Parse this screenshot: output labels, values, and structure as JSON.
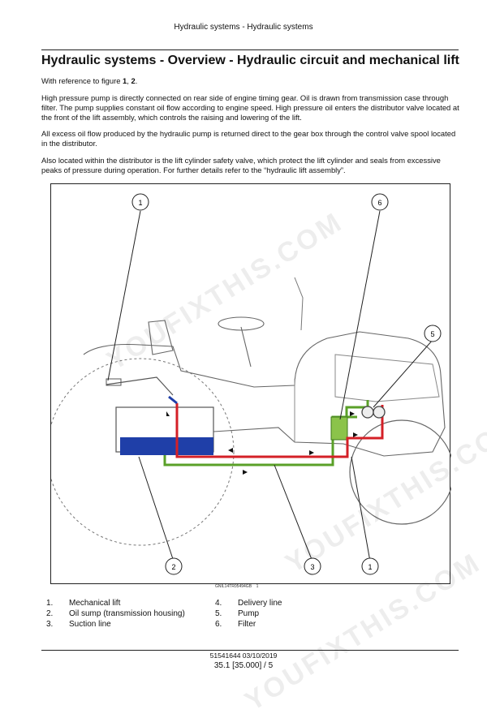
{
  "header": {
    "running_title": "Hydraulic systems - Hydraulic systems"
  },
  "section": {
    "title": "Hydraulic systems - Overview - Hydraulic circuit and mechanical lift"
  },
  "body": {
    "ref_prefix": "With reference to figure ",
    "ref_fig1": "1",
    "ref_sep": ", ",
    "ref_fig2": "2",
    "ref_end": ".",
    "paragraphs": [
      "High pressure pump is directly connected on rear side of engine timing gear.  Oil is drawn from transmission case through filter. The pump supplies constant oil flow according to engine speed. High pressure oil enters the distributor valve located at the front of the lift assembly, which controls the raising and lowering of the lift.",
      "All excess oil flow produced by the hydraulic pump is returned direct to the gear box through the control valve spool located in the distributor.",
      "Also located within the distributor is the lift cylinder safety valve, which protect the lift cylinder and seals from excessive peaks of pressure during operation. For further details refer to the “hydraulic lift assembly”."
    ]
  },
  "figure": {
    "callouts": [
      "1",
      "6",
      "5",
      "2",
      "3",
      "1"
    ],
    "code": "GNIL14TR05494GB",
    "number": "1",
    "colors": {
      "pressure": "#d42027",
      "suction": "#5aa028",
      "return": "#1f3fa8",
      "outline": "#555555"
    }
  },
  "legend": {
    "left": [
      {
        "num": "1.",
        "label": "Mechanical lift"
      },
      {
        "num": "2.",
        "label": "Oil sump (transmission housing)"
      },
      {
        "num": "3.",
        "label": "Suction line"
      }
    ],
    "right": [
      {
        "num": "4.",
        "label": "Delivery line"
      },
      {
        "num": "5.",
        "label": "Pump"
      },
      {
        "num": "6.",
        "label": "Filter"
      }
    ]
  },
  "watermark": {
    "text": "YOUFIXTHIS.COM"
  },
  "footer": {
    "doc_code": "51541644 03/10/2019",
    "page": "35.1 [35.000] / 5"
  }
}
